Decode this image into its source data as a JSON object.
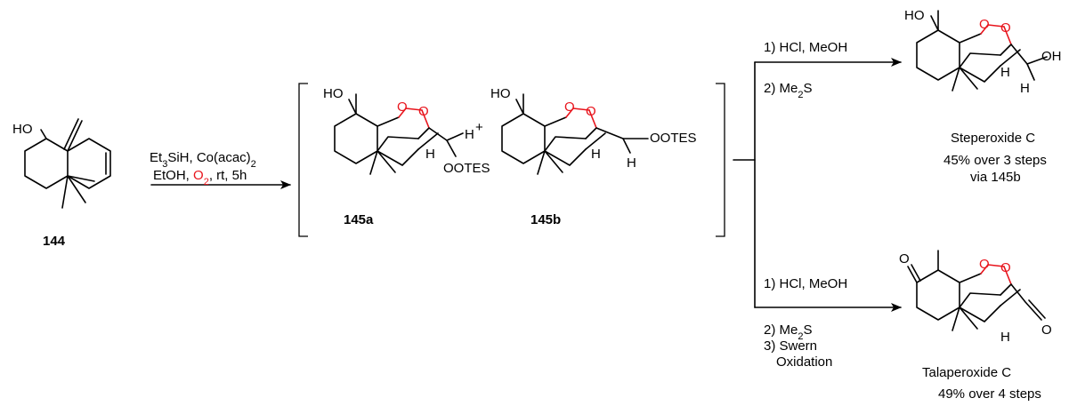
{
  "compounds": {
    "c144": {
      "label": "144",
      "ho": "HO"
    },
    "c145a": {
      "label": "145a",
      "ho": "HO",
      "oo": "O",
      "h": "H",
      "otes": "OOTES"
    },
    "c145b": {
      "label": "145b",
      "ho": "HO",
      "oo": "O",
      "h": "H",
      "otes": "OOTES"
    },
    "steperoxide": {
      "name": "Steperoxide C",
      "ho": "HO",
      "oo": "O",
      "oh": "OH",
      "h": "H",
      "yield": "45% over 3 steps",
      "via": "via",
      "via_ref": "145b"
    },
    "talaperoxide": {
      "name": "Talaperoxide C",
      "o": "O",
      "oo": "O",
      "h": "H",
      "yield": "49% over 4 steps"
    }
  },
  "plus": "+",
  "step1": {
    "line1_a": "Et",
    "line1_sub1": "3",
    "line1_b": "SiH, Co(acac)",
    "line1_sub2": "2",
    "line2_a": "EtOH,",
    "line2_o": "O",
    "line2_osub": "2",
    "line2_b": ", rt, 5h"
  },
  "step2": {
    "line1": "1) HCl, MeOH",
    "line2_a": "2) Me",
    "line2_sub": "2",
    "line2_b": "S"
  },
  "step3": {
    "line1": "1) HCl, MeOH",
    "line2_a": "2) Me",
    "line2_sub": "2",
    "line2_b": "S",
    "line3": "3) Swern",
    "line4": "Oxidation"
  },
  "colors": {
    "oxygen": "#e8141c",
    "bond": "#000000"
  }
}
